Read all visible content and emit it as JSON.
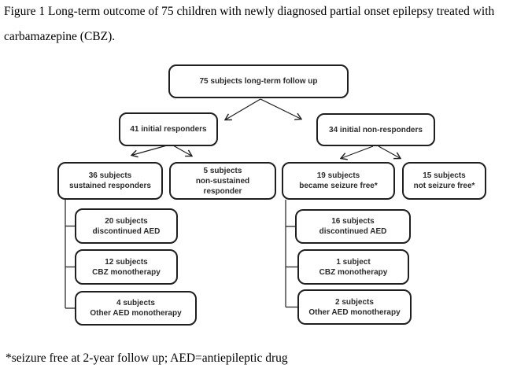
{
  "caption": {
    "line1": "Figure 1 Long-term outcome of 75 children with newly diagnosed partial onset epilepsy treated with",
    "line2": "carbamazepine (CBZ)."
  },
  "footnote": "*seizure free at 2-year follow up; AED=antiepileptic drug",
  "colors": {
    "background": "#ffffff",
    "box-border": "#1f1f1f",
    "box-text": "#2b2b2b",
    "line": "#1f1f1f"
  },
  "nodes": {
    "total": {
      "lines": [
        "75 subjects long-term follow up"
      ]
    },
    "responders": {
      "lines": [
        "41 initial responders"
      ]
    },
    "non_responders": {
      "lines": [
        "34 initial non-responders"
      ]
    },
    "sustained": {
      "lines": [
        "36 subjects",
        "sustained responders"
      ]
    },
    "non_sustained": {
      "lines": [
        "5 subjects",
        "non-sustained",
        "responder"
      ]
    },
    "seizure_free": {
      "lines": [
        "19 subjects",
        "became seizure free*"
      ]
    },
    "not_seizure_free": {
      "lines": [
        "15 subjects",
        "not seizure free*"
      ]
    },
    "resp_discontinued": {
      "lines": [
        "20 subjects",
        "discontinued AED"
      ]
    },
    "resp_cbz": {
      "lines": [
        "12 subjects",
        "CBZ monotherapy"
      ]
    },
    "resp_other": {
      "lines": [
        "4 subjects",
        "Other AED monotherapy"
      ]
    },
    "nonresp_discontinued": {
      "lines": [
        "16 subjects",
        "discontinued AED"
      ]
    },
    "nonresp_cbz": {
      "lines": [
        "1 subject",
        "CBZ monotherapy"
      ]
    },
    "nonresp_other": {
      "lines": [
        "2 subjects",
        "Other AED monotherapy"
      ]
    }
  }
}
